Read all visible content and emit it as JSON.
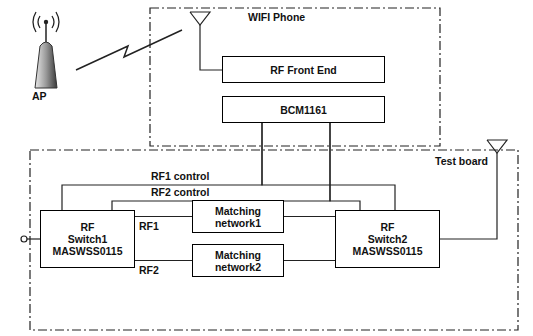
{
  "diagram": {
    "nodes": [
      {
        "text": [
          "WIFI Phone"
        ]
      },
      {
        "text": [
          "RF Front End"
        ],
        "in": 0
      },
      {
        "text": [
          "BCM1161"
        ],
        "in": 0
      },
      {
        "text": [
          "Test board"
        ]
      },
      {
        "text": [
          "RF Switch1",
          "MASWSS0115"
        ],
        "in": 3
      },
      {
        "text": [
          "Matching network1"
        ],
        "in": 3
      },
      {
        "text": [
          "Matching network2"
        ],
        "in": 3
      },
      {
        "text": [
          "RF Switch2",
          "MASWSS0115"
        ],
        "in": 3
      }
    ],
    "edges": [
      {
        "from": 2,
        "to": 4,
        "arrow": "none"
      },
      {
        "from": 2,
        "to": 7,
        "arrow": "none"
      },
      {
        "from": 2,
        "to": 4,
        "arrow": "none"
      },
      {
        "from": 2,
        "to": 7,
        "arrow": "none"
      },
      {
        "from": 4,
        "to": 5,
        "label": "RF1",
        "arrow": "none"
      },
      {
        "from": 4,
        "to": 6,
        "label": "RF2",
        "arrow": "none"
      },
      {
        "from": 5,
        "to": 7,
        "arrow": "none"
      },
      {
        "from": 6,
        "to": 7,
        "arrow": "none"
      }
    ],
    "labels": [
      "AP",
      "RF1 control",
      "RF2 control"
    ]
  }
}
